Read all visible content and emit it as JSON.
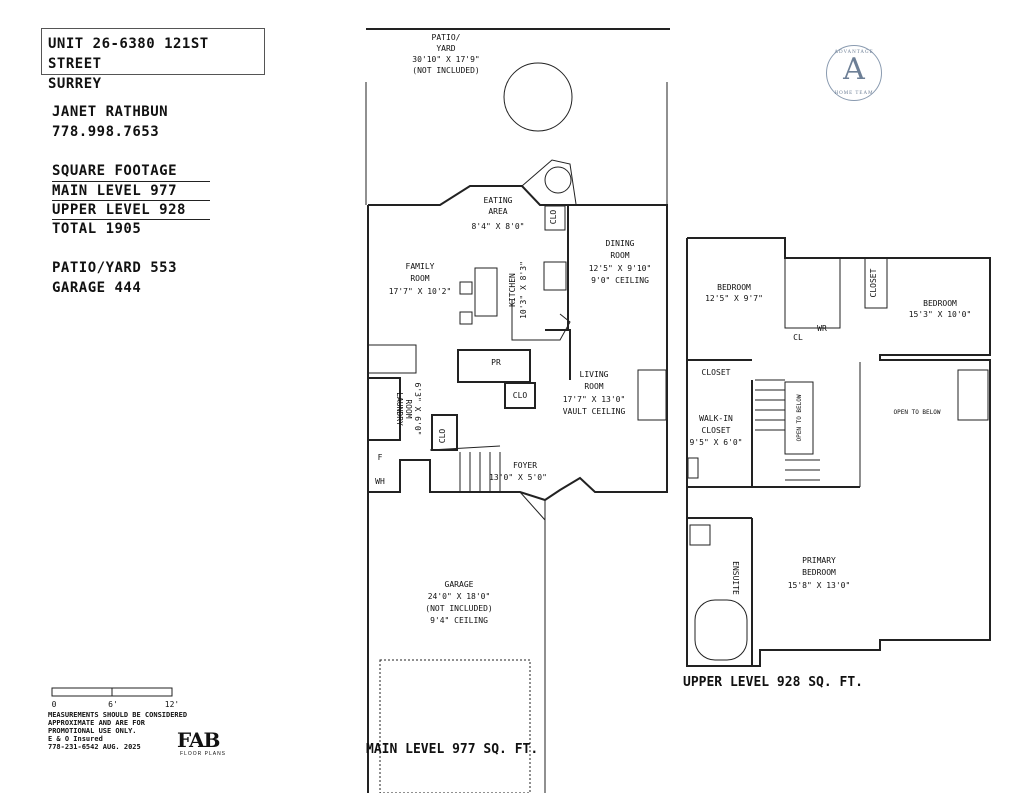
{
  "header": {
    "address_line1": "UNIT 26-6380 121st STREET",
    "address_line2": "SURREY"
  },
  "agent": {
    "name": "JANET RATHBUN",
    "phone": "778.998.7653"
  },
  "footage": {
    "heading": "SQUARE FOOTAGE",
    "main": "MAIN LEVEL 977",
    "upper": "UPPER LEVEL 928",
    "total": "TOTAL 1905",
    "patio": "PATIO/YARD 553",
    "garage": "GARAGE 444"
  },
  "logo": {
    "letter": "A",
    "top_text": "ADVANTAGE",
    "bottom_text": "HOME TEAM"
  },
  "main_level": {
    "caption": "MAIN LEVEL 977 SQ. FT.",
    "rooms": {
      "patio": [
        "PATIO/",
        "YARD",
        "30'10\" X 17'9\"",
        "(NOT INCLUDED)"
      ],
      "eating": [
        "EATING",
        "AREA",
        "8'4\" X 8'0\""
      ],
      "dining": [
        "DINING",
        "ROOM",
        "12'5\" X 9'10\"",
        "9'0\" CEILING"
      ],
      "family": [
        "FAMILY",
        "ROOM",
        "17'7\" X 10'2\""
      ],
      "kitchen": [
        "KITCHEN",
        "10'3\" X 8'3\""
      ],
      "living": [
        "LIVING",
        "ROOM",
        "17'7\" X 13'0\"",
        "VAULT CEILING"
      ],
      "laundry": [
        "LAUNDRY",
        "ROOM",
        "6'3\" X 6'0\""
      ],
      "foyer": [
        "FOYER",
        "13'0\" X 5'0\""
      ],
      "garage": [
        "GARAGE",
        "24'0\" X 18'0\"",
        "(NOT INCLUDED)",
        "9'4\" CEILING"
      ],
      "pr": "PR",
      "clo1": "CLO",
      "clo2": "CLO",
      "clo3": "CLO",
      "f": "F",
      "wh": "WH"
    }
  },
  "upper_level": {
    "caption": "UPPER LEVEL 928 SQ. FT.",
    "rooms": {
      "bedroom1": [
        "BEDROOM",
        "12'5\" X 9'7\""
      ],
      "bedroom2": [
        "BEDROOM",
        "15'3\" X 10'0\""
      ],
      "closet1": "CLOSET",
      "closet2": "CLOSET",
      "wr": "WR",
      "cl": "CL",
      "walkin": [
        "WALK-IN",
        "CLOSET",
        "9'5\" X 6'0\""
      ],
      "open1": "OPEN TO BELOW",
      "open2": "OPEN TO BELOW",
      "ensuite": "ENSUITE",
      "primary": [
        "PRIMARY",
        "BEDROOM",
        "15'8\" X 13'0\""
      ]
    }
  },
  "scale": {
    "ticks": [
      "0",
      "6'",
      "12'"
    ]
  },
  "disclaimer": [
    "MEASUREMENTS SHOULD BE CONSIDERED",
    "APPROXIMATE AND ARE FOR",
    "PROMOTIONAL USE ONLY.",
    "E & O Insured",
    "778-231-6542  AUG. 2025"
  ],
  "brand": {
    "name": "FAB",
    "sub": "FLOOR PLANS"
  }
}
